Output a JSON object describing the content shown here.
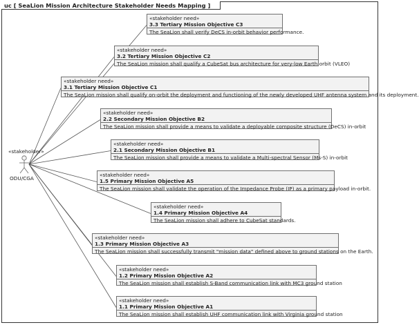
{
  "diagram": {
    "frame_title": "uc [ SeaLion Mission Architecture Stakeholder Needs Mapping ]",
    "actor": {
      "stereotype": "«stakeholder»",
      "name": "ODU/CGA"
    },
    "stereotype": "«stakeholder need»",
    "needs": [
      {
        "id": "3.3",
        "name": "3.3 Tertiary Mission Objective C3",
        "text": "The SeaLion shall verify DeCS in-orbit behavior performance."
      },
      {
        "id": "3.2",
        "name": "3.2 Tertiary Mission Objective C2",
        "text": "The SeaLion mission shall qualify a CubeSat bus architecture for very-low Earth orbit (VLEO)"
      },
      {
        "id": "3.1",
        "name": "3.1 Tertiary Mission Objective C1",
        "text": "The SeaLion mission shall qualify on-orbit the deployment and functioning of the newly developed UHF antenna system and its deployment."
      },
      {
        "id": "2.2",
        "name": "2.2 Secondary Mission Objective B2",
        "text": "The SeaLion mission shall provide a means to validate a deployable composite structure (DeCS) in-orbit"
      },
      {
        "id": "2.1",
        "name": "2.1 Secondary Mission Objective B1",
        "text": "The SeaLion mission shall provide a means to validate a Multi-spectral Sensor (Ms-S) in-orbit"
      },
      {
        "id": "1.5",
        "name": "1.5 Primary Mission Objective A5",
        "text": "The SeaLion mission shall validate the operation of the Impedance Probe (IP) as a primary payload in-orbit."
      },
      {
        "id": "1.4",
        "name": "1.4 Primary Mission Objective A4",
        "text": "The SeaLion mission shall adhere to CubeSat standards."
      },
      {
        "id": "1.3",
        "name": "1.3 Primary Mission Objective A3",
        "text": "The SeaLion mission shall successfully transmit \"mission data\" defined above to ground stations on the Earth."
      },
      {
        "id": "1.2",
        "name": "1.2 Primary Mission Objective A2",
        "text": "The SeaLion mission shall establish S-Band communication link with MC3 ground station"
      },
      {
        "id": "1.1",
        "name": "1.1 Primary Mission Objective A1",
        "text": "The SeaLion mission shall establish UHF communication link with Virginia ground station"
      }
    ]
  }
}
